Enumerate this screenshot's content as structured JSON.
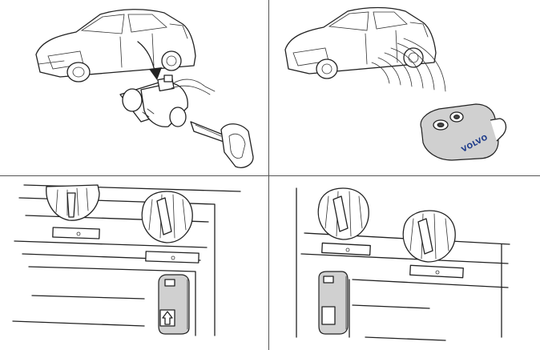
{
  "remote": {
    "brand_logo": "VOLVO"
  },
  "icons": {
    "drop_arrow": "curved-arrow-down",
    "signal": "radio-waves",
    "receiver_symbol": "arrow-up-key"
  },
  "colors": {
    "logo_blue": "#1d3b8a",
    "receiver_grey": "#c8c8c8",
    "outline": "#222222"
  }
}
